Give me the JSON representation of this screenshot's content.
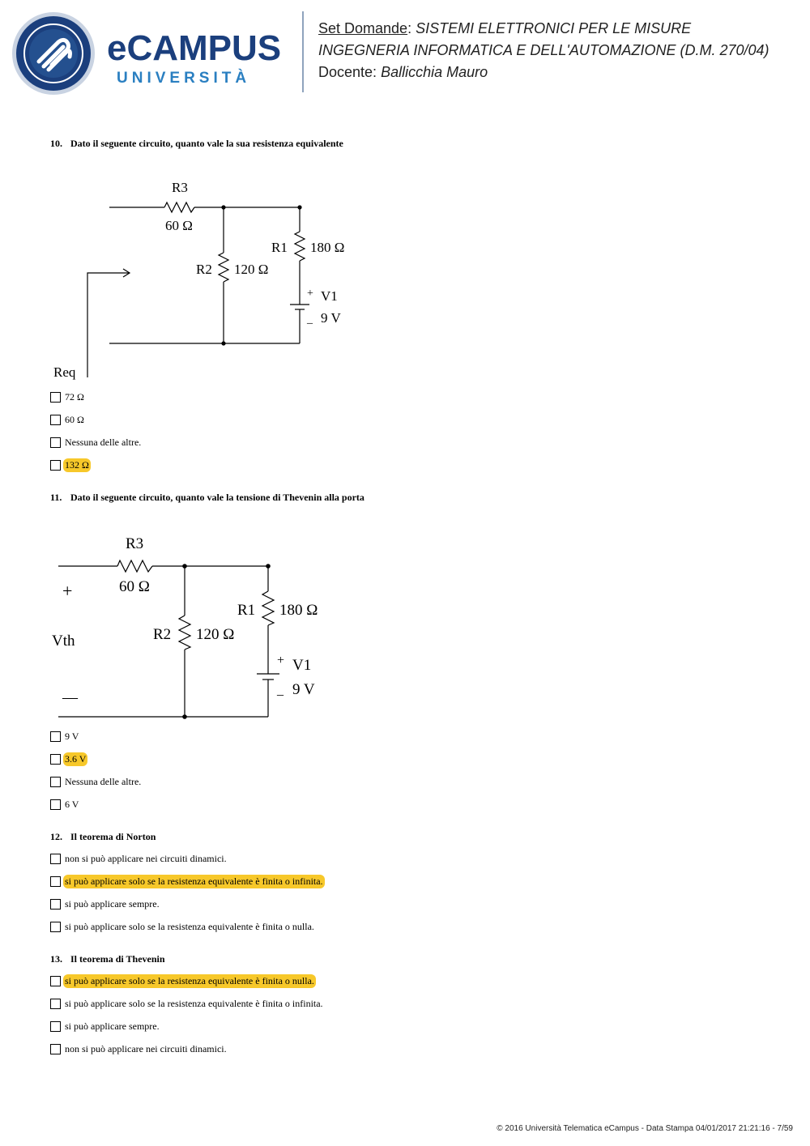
{
  "header": {
    "logo_main": "eCAMPUS",
    "logo_sub": "UNIVERSITÀ",
    "line1_label": "Set Domande",
    "line1_value": "SISTEMI ELETTRONICI PER LE MISURE",
    "line2": "INGEGNERIA INFORMATICA E DELL'AUTOMAZIONE (D.M. 270/04)",
    "line3_label": "Docente:",
    "line3_value": "Ballicchia Mauro"
  },
  "questions": [
    {
      "number": "10.",
      "title": "Dato il seguente circuito, quanto vale la sua resistenza equivalente",
      "circuit": {
        "r3": "R3",
        "r3v": "60 Ω",
        "r1": "R1",
        "r1v": "180 Ω",
        "r2": "R2",
        "r2v": "120 Ω",
        "v1": "V1",
        "v1v": "9 V",
        "plus": "+",
        "minus": "_",
        "port": "Req"
      },
      "answers": [
        {
          "text": "72 Ω",
          "highlight": false
        },
        {
          "text": "60 Ω",
          "highlight": false
        },
        {
          "text": "Nessuna delle altre.",
          "highlight": false
        },
        {
          "text": "132 Ω",
          "highlight": true
        }
      ]
    },
    {
      "number": "11.",
      "title": "Dato il seguente circuito, quanto vale la tensione di Thevenin alla porta",
      "circuit": {
        "r3": "R3",
        "r3v": "60 Ω",
        "r1": "R1",
        "r1v": "180 Ω",
        "r2": "R2",
        "r2v": "120 Ω",
        "v1": "V1",
        "v1v": "9 V",
        "plus": "+",
        "minus": "_",
        "port": "Vth",
        "port_plus": "+",
        "port_minus": "—"
      },
      "answers": [
        {
          "text": "9 V",
          "highlight": false
        },
        {
          "text": "3.6 V",
          "highlight": true
        },
        {
          "text": "Nessuna delle altre.",
          "highlight": false
        },
        {
          "text": "6 V",
          "highlight": false
        }
      ]
    },
    {
      "number": "12.",
      "title": "Il teorema di Norton",
      "answers": [
        {
          "text": "non si può applicare nei circuiti dinamici.",
          "highlight": false
        },
        {
          "text": "si può applicare solo se la resistenza equivalente è finita o infinita.",
          "highlight": true
        },
        {
          "text": "si può applicare sempre.",
          "highlight": false
        },
        {
          "text": "si può applicare solo se la resistenza equivalente è finita o nulla.",
          "highlight": false
        }
      ]
    },
    {
      "number": "13.",
      "title": "Il teorema di Thevenin",
      "answers": [
        {
          "text": "si può applicare solo se la resistenza equivalente è finita o nulla.",
          "highlight": true
        },
        {
          "text": "si può applicare solo se la resistenza equivalente è finita o infinita.",
          "highlight": false
        },
        {
          "text": "si può applicare sempre.",
          "highlight": false
        },
        {
          "text": "non si può applicare nei circuiti dinamici.",
          "highlight": false
        }
      ]
    }
  ],
  "footer": "© 2016 Università Telematica eCampus - Data Stampa 04/01/2017 21:21:16 - 7/59"
}
